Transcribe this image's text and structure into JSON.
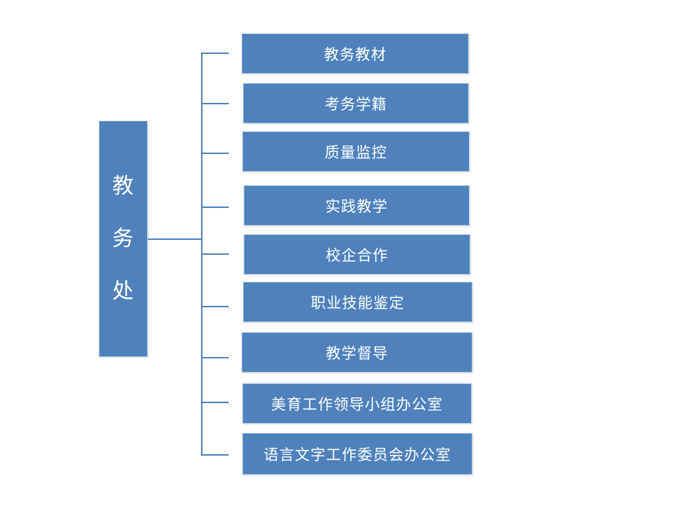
{
  "root": {
    "chars": [
      "教",
      "务",
      "处"
    ]
  },
  "children": [
    {
      "label": "教务教材"
    },
    {
      "label": "考务学籍"
    },
    {
      "label": "质量监控"
    },
    {
      "label": "实践教学"
    },
    {
      "label": "校企合作"
    },
    {
      "label": "职业技能鉴定"
    },
    {
      "label": "教学督导"
    },
    {
      "label": "美育工作领导小组办公室"
    },
    {
      "label": "语言文字工作委员会办公室"
    }
  ],
  "colors": {
    "box_fill": "#4f81bd",
    "box_border": "#b9cde5",
    "connector": "#4f81bd",
    "text": "#ffffff"
  }
}
